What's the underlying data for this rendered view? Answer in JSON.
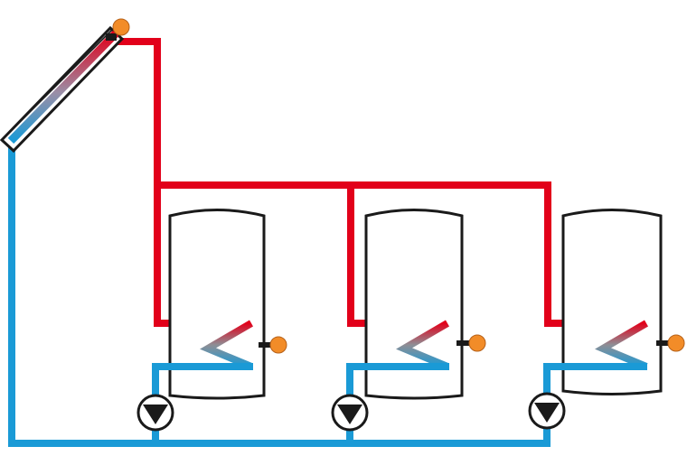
{
  "colors": {
    "hot": "#e2001a",
    "cold": "#1a9ad6",
    "outline": "#1a1a1a",
    "sensor": "#f28c28",
    "background": "#ffffff"
  },
  "components": {
    "collector": "solar-collector",
    "sensors": [
      "collector-sensor",
      "tank-1-sensor",
      "tank-2-sensor",
      "tank-3-sensor"
    ],
    "tanks": [
      "storage-tank-1",
      "storage-tank-2",
      "storage-tank-3"
    ],
    "pumps": [
      "pump-1",
      "pump-2",
      "pump-3"
    ]
  }
}
